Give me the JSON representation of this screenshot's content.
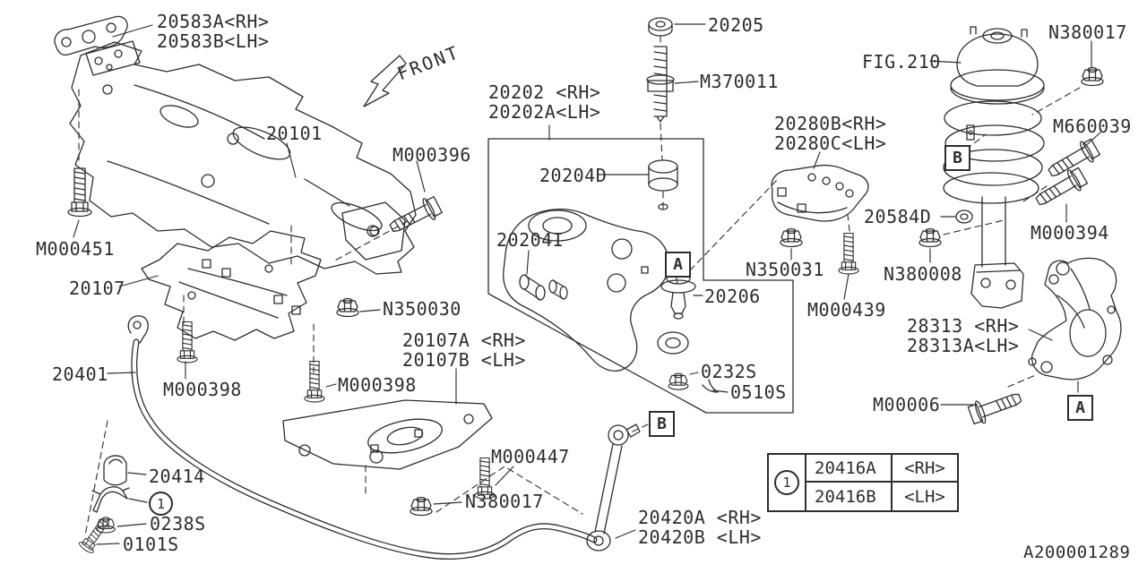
{
  "diagram": {
    "drawing_number": "A200001289",
    "orientation": "FRONT"
  },
  "labels": {
    "p20583a": "20583A<RH>",
    "p20583b": "20583B<LH>",
    "p20101": "20101",
    "m000396": "M000396",
    "p20202": "20202 <RH>",
    "p20202a": "20202A<LH>",
    "p20205": "20205",
    "m370011": "M370011",
    "p20204d": "20204D",
    "p20280b": "20280B<RH>",
    "p20280c": "20280C<LH>",
    "fig210": "FIG.210",
    "n380017_top": "N380017",
    "m660039": "M660039",
    "m000451": "M000451",
    "p20107": "20107",
    "p20204i": "20204I",
    "n350031": "N350031",
    "p20206": "20206",
    "m000439": "M000439",
    "p20584d": "20584D",
    "n380008": "N380008",
    "m000394": "M000394",
    "p28313": "28313 <RH>",
    "p28313a": "28313A<LH>",
    "p20401": "20401",
    "m000398_left": "M000398",
    "n350030": "N350030",
    "p20107a": "20107A <RH>",
    "p20107b": "20107B <LH>",
    "m000398_center": "M000398",
    "p0232s": "0232S",
    "p0510s": "0510S",
    "m00006": "M00006",
    "p20414": "20414",
    "p0238s": "0238S",
    "p0101s": "0101S",
    "m000447": "M000447",
    "n380017_bottom": "N380017",
    "p20420a": "20420A <RH>",
    "p20420b": "20420B <LH>"
  },
  "callout_boxes": {
    "a1": "A",
    "b1": "B",
    "a2": "A",
    "b2": "B"
  },
  "callout_marker": "1",
  "legend_table": {
    "marker": "1",
    "rows": [
      {
        "part": "20416A",
        "side": "<RH>"
      },
      {
        "part": "20416B",
        "side": "<LH>"
      }
    ]
  }
}
